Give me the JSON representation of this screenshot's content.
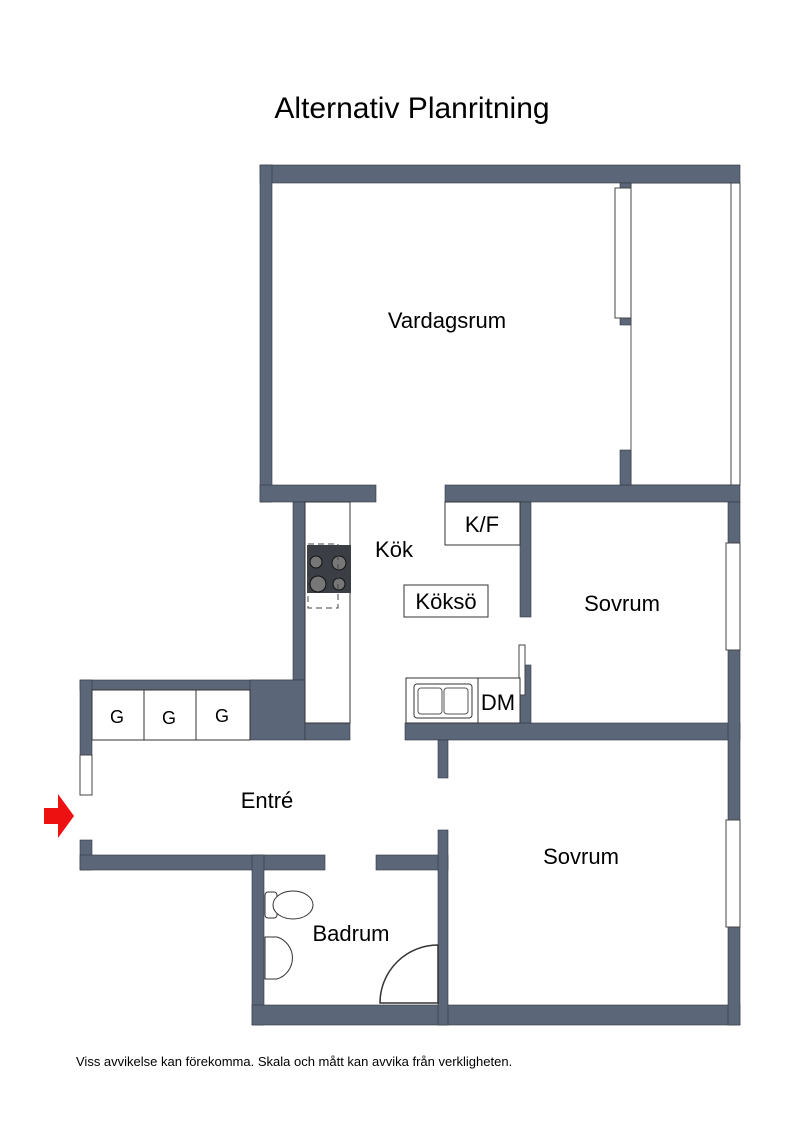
{
  "title": "Alternativ Planritning",
  "rooms": {
    "living": "Vardagsrum",
    "kitchen": "Kök",
    "fridge": "K/F",
    "island": "Köksö",
    "dishwasher": "DM",
    "bedroom1": "Sovrum",
    "bedroom2": "Sovrum",
    "hall": "Entré",
    "bathroom": "Badrum",
    "wardrobe": [
      "G",
      "G",
      "G"
    ]
  },
  "disclaimer": "Viss avvikelse kan förekomma. Skala och mått kan avvika från verkligheten.",
  "colors": {
    "wall": "#5b6679",
    "entrance_arrow": "#ee1111"
  }
}
